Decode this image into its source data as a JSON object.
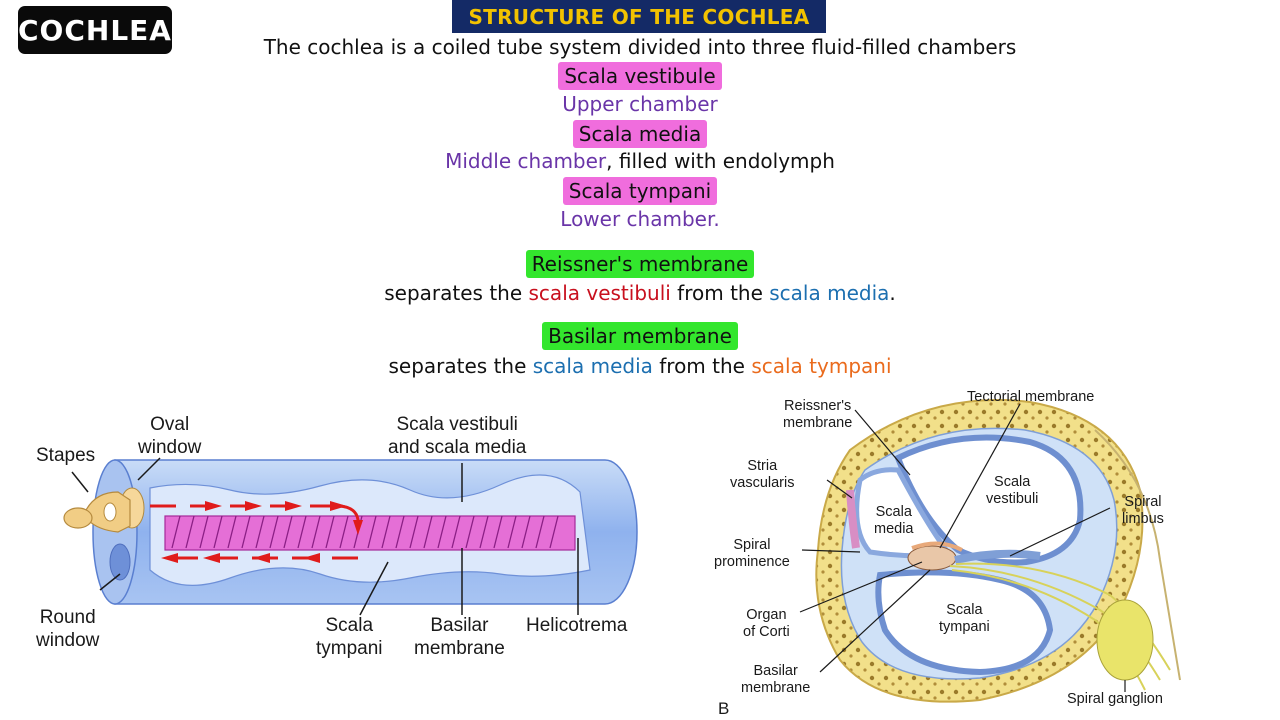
{
  "badge": "COCHLEA",
  "title": "STRUCTURE OF THE COCHLEA",
  "intro": "The cochlea is a coiled tube system divided into three fluid-filled chambers",
  "chambers": [
    {
      "name": "Scala vestibule",
      "desc": "Upper chamber"
    },
    {
      "name": "Scala media",
      "desc": "Middle chamber",
      "desc_extra": ", filled with endolymph"
    },
    {
      "name": "Scala tympani",
      "desc": "Lower chamber."
    }
  ],
  "membranes": [
    {
      "name": "Reissner's membrane",
      "text_a": "separates the ",
      "term_1": "scala vestibuli",
      "text_b": " from the ",
      "term_2": "scala media",
      "text_c": "."
    },
    {
      "name": "Basilar membrane",
      "text_a": "separates the ",
      "term_1": "scala media",
      "text_b": " from the ",
      "term_2": "scala tympani",
      "text_c": ""
    }
  ],
  "diagram_left": {
    "stapes": "Stapes",
    "oval_window": [
      "Oval",
      "window"
    ],
    "scala_vestibuli_media": [
      "Scala vestibuli",
      "and scala media"
    ],
    "round_window": [
      "Round",
      "window"
    ],
    "scala_tympani": [
      "Scala",
      "tympani"
    ],
    "basilar_membrane": [
      "Basilar",
      "membrane"
    ],
    "helicotrema": "Helicotrema"
  },
  "diagram_right": {
    "reissners_membrane": [
      "Reissner's",
      "membrane"
    ],
    "tectorial_membrane": "Tectorial membrane",
    "stria_vascularis": [
      "Stria",
      "vascularis"
    ],
    "scala_media": [
      "Scala",
      "media"
    ],
    "scala_vestibuli": [
      "Scala",
      "vestibuli"
    ],
    "spiral_limbus": [
      "Spiral",
      "limbus"
    ],
    "spiral_prominence": [
      "Spiral",
      "prominence"
    ],
    "organ_of_corti": [
      "Organ",
      "of Corti"
    ],
    "scala_tympani": [
      "Scala",
      "tympani"
    ],
    "basilar_membrane": [
      "Basilar",
      "membrane"
    ],
    "spiral_ganglion": "Spiral ganglion",
    "panel_letter": "B"
  },
  "colors": {
    "title_bg": "#142a66",
    "title_text": "#f2c200",
    "pink_highlight": "#f06ddd",
    "green_highlight": "#33e62d",
    "purple": "#6a35a8",
    "red": "#c8101e",
    "blue": "#1c6fb0",
    "orange": "#ea6b1d"
  }
}
